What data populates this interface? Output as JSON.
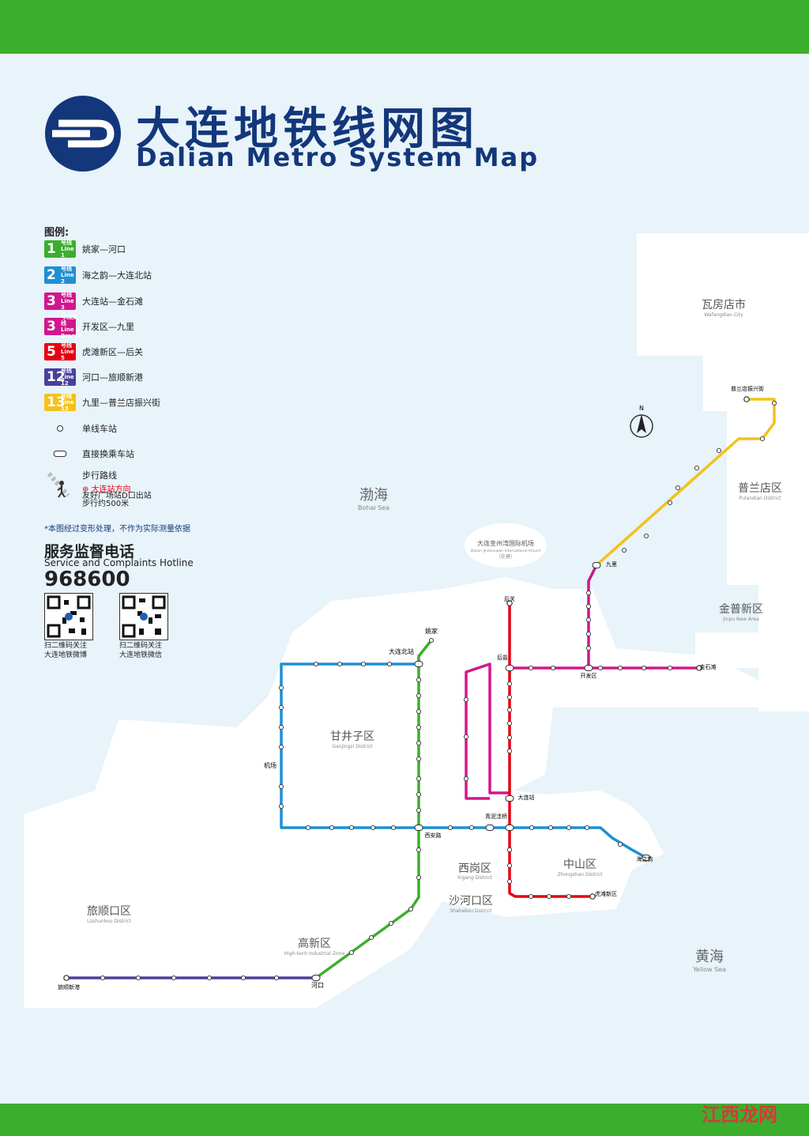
{
  "header": {
    "title_cn": "大连地铁线网图",
    "title_en": "Dalian Metro System Map"
  },
  "legend": {
    "title": "图例:",
    "lines": [
      {
        "num": "1",
        "cn": "号线",
        "en": "Line 1",
        "color": "#3cae2e",
        "route": "姚家—河口"
      },
      {
        "num": "2",
        "cn": "号线",
        "en": "Line 2",
        "color": "#1f8fd1",
        "route": "海之韵—大连北站"
      },
      {
        "num": "3",
        "cn": "号线",
        "en": "Line 3",
        "color": "#d2168d",
        "route": "大连站—金石滩"
      },
      {
        "num": "3",
        "cn": "号线支线",
        "en": "Line 3 Branch",
        "color": "#d2168d",
        "route": "开发区—九里"
      },
      {
        "num": "5",
        "cn": "号线",
        "en": "Line 5",
        "color": "#e60012",
        "route": "虎滩新区—后关"
      },
      {
        "num": "12",
        "cn": "号线",
        "en": "Line 12",
        "color": "#4a3f9b",
        "route": "河口—旅顺新港"
      },
      {
        "num": "13",
        "cn": "号线",
        "en": "Line 13",
        "color": "#f3c21a",
        "route": "九里—普兰店振兴街"
      }
    ],
    "single_station": "单线车站",
    "transfer_station": "直接换乘车站",
    "walk_route": "步行路线",
    "walk_target": "大连站方向",
    "walk_note_1": "友好广场站D口出站",
    "walk_note_2": "步行约500米"
  },
  "notice": "*本图经过变形处理，不作为实际测量依据",
  "hotline": {
    "title_cn": "服务监督电话",
    "title_en": "Service and Complaints Hotline",
    "number": "968600"
  },
  "qr_codes": [
    {
      "caption_1": "扫二维码关注",
      "caption_2": "大连地铁微博"
    },
    {
      "caption_1": "扫二维码关注",
      "caption_2": "大连地铁微信"
    }
  ],
  "districts": [
    {
      "cn": "瓦房店市",
      "en": "Wafangdian City"
    },
    {
      "cn": "普兰店区",
      "en": "Pulandian District"
    },
    {
      "cn": "金普新区",
      "en": "Jinpu New Area"
    },
    {
      "cn": "甘井子区",
      "en": "Ganjingzi District"
    },
    {
      "cn": "西岗区",
      "en": "Xigang District"
    },
    {
      "cn": "中山区",
      "en": "Zhongshan District"
    },
    {
      "cn": "沙河口区",
      "en": "Shahekou District"
    },
    {
      "cn": "高新区",
      "en": "High-tech Industrial Zone"
    },
    {
      "cn": "旅顺口区",
      "en": "Lüshunkou District"
    }
  ],
  "seas": [
    {
      "cn": "渤海",
      "en": "Bohai Sea"
    },
    {
      "cn": "黄海",
      "en": "Yellow Sea"
    }
  ],
  "airport_new": {
    "cn": "大连金州湾国际机场",
    "en": "Dalian Jinzhouwan International Airport",
    "status": "（在建）"
  },
  "stations": {
    "yaojia": "姚家",
    "dalian_north": "大连北站",
    "airport": "机场",
    "xi_an_road": "西安路",
    "qingniwaqiao": "青泥洼桥",
    "dalian_station": "大连站",
    "hougang": "后盐",
    "houguan": "后关",
    "kaifaqu": "开发区",
    "jinshitan": "金石滩",
    "jiuli": "九里",
    "haizhiyun": "海之韵",
    "hutan_xinqu": "虎滩新区",
    "hekou": "河口",
    "lvshun_xingang": "旅顺新港",
    "pulandian_zhenxingjie": "普兰店振兴街"
  },
  "compass": "N",
  "watermark": "江西龙网"
}
